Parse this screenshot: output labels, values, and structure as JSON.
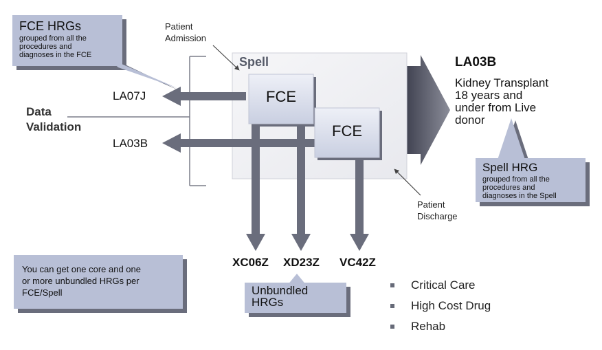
{
  "callouts": {
    "fce_hrgs_title": "FCE HRGs",
    "fce_hrgs_sub": "grouped from all the\n procedures and\ndiagnoses in the FCE",
    "spell_hrg_title": "Spell HRG",
    "spell_hrg_sub": "grouped from all the\nprocedures and\ndiagnoses in the Spell",
    "info_text": "You can get one core and one\nor more unbundled HRGs per\nFCE/Spell",
    "unbundled_text": "Unbundled\nHRGs"
  },
  "labels": {
    "patient_admission": "Patient\nAdmission",
    "patient_discharge": "Patient\nDischarge",
    "data_validation": "Data\nValidation",
    "spell": "Spell",
    "fce_1": "FCE",
    "fce_2": "FCE"
  },
  "hrg_codes": {
    "left_top": "LA07J",
    "left_bottom": "LA03B",
    "spell_result_code": "LA03B",
    "spell_result_desc": "Kidney Transplant\n18 years and\nunder from Live\ndonor",
    "unbundled": [
      "XC06Z",
      "XD23Z",
      "VC42Z"
    ]
  },
  "unbundled_types": [
    "Critical Care",
    "High Cost Drug",
    "Rehab"
  ],
  "colors": {
    "arrow": "#6a6d7c",
    "callout_fill": "#b8bfd6",
    "callout_shadow": "#6a6d7c",
    "spell_fill": "#f1f1f4",
    "fce_fill": "#dfe3ef"
  }
}
